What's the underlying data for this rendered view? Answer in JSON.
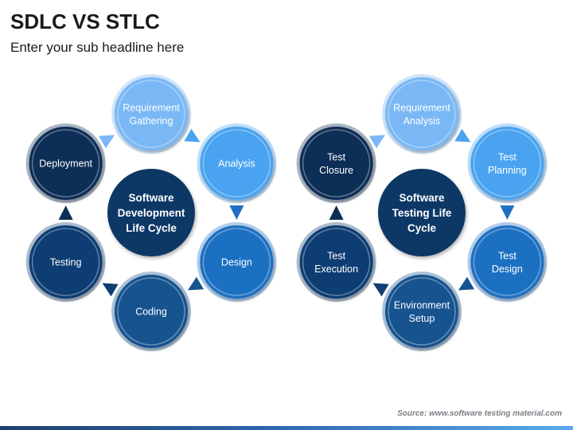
{
  "header": {
    "title": "SDLC VS STLC",
    "subtitle": "Enter your sub headline here"
  },
  "colors": {
    "lightest": "#7ab8f5",
    "light": "#4aa3f0",
    "medium": "#1f6fc2",
    "mediumDark": "#15538f",
    "dark": "#0f3e73",
    "darkest": "#0d2e57",
    "center": "#0e3766"
  },
  "cycles": [
    {
      "id": "sdlc",
      "center": [
        "Software",
        "Development",
        "Life Cycle"
      ],
      "nodes": [
        {
          "lines": [
            "Requirement",
            "Gathering"
          ],
          "color": "lightest"
        },
        {
          "lines": [
            "Analysis"
          ],
          "color": "light"
        },
        {
          "lines": [
            "Design"
          ],
          "color": "medium"
        },
        {
          "lines": [
            "Coding"
          ],
          "color": "mediumDark"
        },
        {
          "lines": [
            "Testing"
          ],
          "color": "dark"
        },
        {
          "lines": [
            "Deployment"
          ],
          "color": "darkest"
        }
      ]
    },
    {
      "id": "stlc",
      "center": [
        "Software",
        "Testing Life",
        "Cycle"
      ],
      "nodes": [
        {
          "lines": [
            "Requirement",
            "Analysis"
          ],
          "color": "lightest"
        },
        {
          "lines": [
            "Test",
            "Planning"
          ],
          "color": "light"
        },
        {
          "lines": [
            "Test",
            "Design"
          ],
          "color": "medium"
        },
        {
          "lines": [
            "Environment",
            "Setup"
          ],
          "color": "mediumDark"
        },
        {
          "lines": [
            "Test",
            "Execution"
          ],
          "color": "dark"
        },
        {
          "lines": [
            "Test",
            "Closure"
          ],
          "color": "darkest"
        }
      ]
    }
  ],
  "source": "Source: www.software testing material.com"
}
